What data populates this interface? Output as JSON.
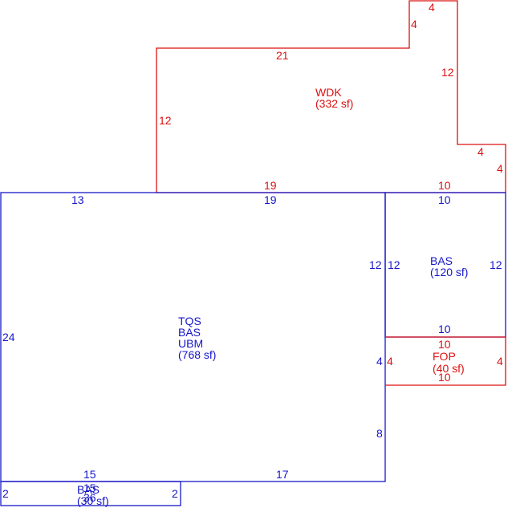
{
  "colors": {
    "red": "#dd1111",
    "blue": "#1616c8",
    "background": "#ffffff"
  },
  "areas": {
    "wdk": {
      "code": "WDK",
      "area": "(332 sf)",
      "color": "red"
    },
    "main": {
      "codes": [
        "TQS",
        "BAS",
        "UBM"
      ],
      "area": "(768 sf)",
      "color": "blue"
    },
    "bas_right": {
      "code": "BAS",
      "area": "(120 sf)",
      "color": "blue"
    },
    "fop": {
      "code": "FOP",
      "area": "(40 sf)",
      "color": "red"
    },
    "bottom": {
      "code": "BAS",
      "overlap_code": "15",
      "area": "(30 sf)",
      "overlap_area": "36",
      "color": "blue"
    }
  },
  "dimensions": {
    "wdk": {
      "top_small": "4",
      "right_step_small": "4",
      "top_long": "21",
      "right_upper": "12",
      "left": "12",
      "step_lower": "4",
      "right_lower": "4",
      "bottom_left": "19",
      "bottom_right": "10"
    },
    "main": {
      "top_left": "13",
      "top_right": "19",
      "right_upper": "12",
      "left": "24",
      "right_middle": "4",
      "right_lower": "8",
      "bottom_left": "15",
      "bottom_right": "17"
    },
    "bas_right": {
      "top": "10",
      "left": "12",
      "right": "12",
      "bottom": "10"
    },
    "fop": {
      "top": "10",
      "left": "4",
      "right": "4",
      "bottom": "10"
    },
    "bottom": {
      "left": "2",
      "right": "2"
    }
  }
}
